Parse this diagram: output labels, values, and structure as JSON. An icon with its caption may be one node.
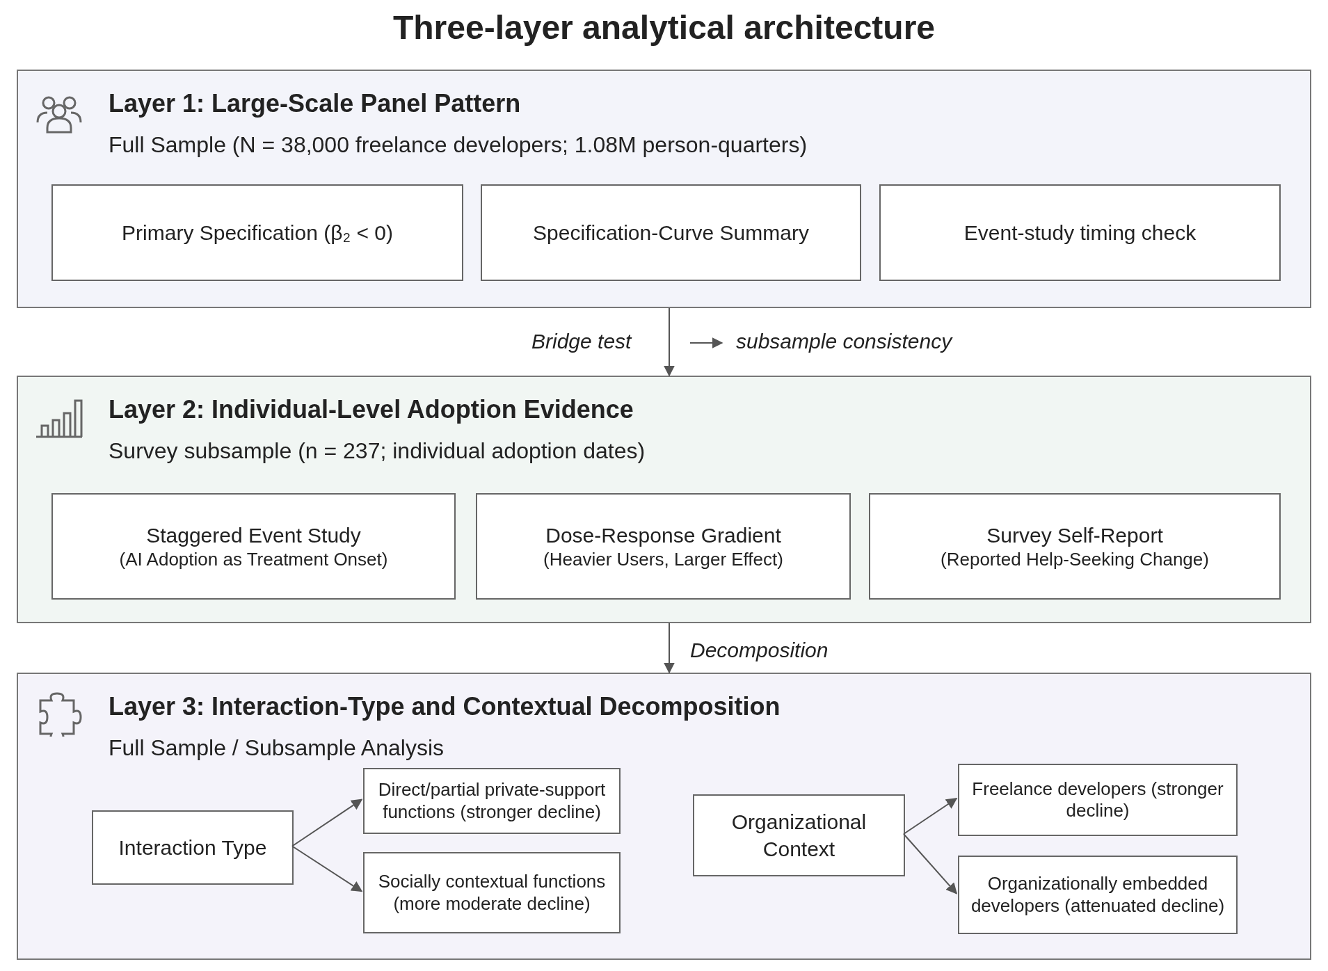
{
  "diagram": {
    "title": "Three-layer analytical architecture",
    "nodes": [
      {
        "text": [
          "Layer 1: Large-Scale Panel Pattern",
          "Full Sample (N = 38,000 freelance developers; 1.08M person-quarters)"
        ]
      },
      {
        "text": [
          "Primary Specification (β₂ < 0)"
        ],
        "in": 0
      },
      {
        "text": [
          "Specification-Curve Summary"
        ],
        "in": 0
      },
      {
        "text": [
          "Event-study timing check"
        ],
        "in": 0
      },
      {
        "text": [
          "Layer 2: Individual-Level Adoption Evidence",
          "Survey subsample (n = 237; individual adoption dates)"
        ]
      },
      {
        "text": [
          "Staggered Event Study",
          "(AI Adoption as Treatment Onset)"
        ],
        "in": 4
      },
      {
        "text": [
          "Dose-Response Gradient",
          "(Heavier Users, Larger Effect)"
        ],
        "in": 4
      },
      {
        "text": [
          "Survey Self-Report",
          "(Reported Help-Seeking Change)"
        ],
        "in": 4
      },
      {
        "text": [
          "Layer 3: Interaction-Type and Contextual Decomposition",
          "Full Sample / Subsample Analysis"
        ]
      },
      {
        "text": [
          "Interaction Type"
        ],
        "in": 8
      },
      {
        "text": [
          "Direct/partial private-support functions (stronger decline)"
        ],
        "in": 8
      },
      {
        "text": [
          "Socially contextual functions (more moderate decline)"
        ],
        "in": 8
      },
      {
        "text": [
          "Organizational Context"
        ],
        "in": 8
      },
      {
        "text": [
          "Freelance developers (stronger decline)"
        ],
        "in": 8
      },
      {
        "text": [
          "Organizationally embedded developers (attenuated decline)"
        ],
        "in": 8
      }
    ],
    "edges": [
      {
        "from": 0,
        "to": 4,
        "arrow": "to",
        "label": "Bridge test"
      },
      {
        "from": 4,
        "to": 8,
        "arrow": "to",
        "label": "Decomposition"
      },
      {
        "from": 9,
        "to": 10,
        "arrow": "to"
      },
      {
        "from": 9,
        "to": 11,
        "arrow": "to"
      },
      {
        "from": 12,
        "to": 13,
        "arrow": "to"
      },
      {
        "from": 12,
        "to": 14,
        "arrow": "to"
      }
    ],
    "labels": [
      "subsample consistency"
    ]
  }
}
